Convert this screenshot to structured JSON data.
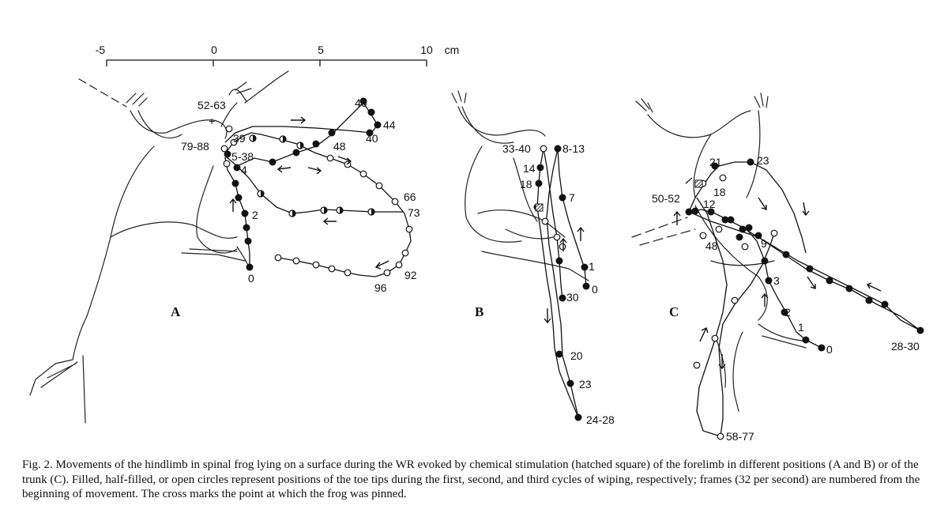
{
  "scale_bar": {
    "tick_labels": [
      "-5",
      "0",
      "5",
      "10"
    ],
    "unit": "cm"
  },
  "panels": {
    "A": {
      "letter": "A",
      "labels": [
        "52-63",
        "+",
        "39",
        "79-88",
        "5-38",
        "4",
        "2",
        "0",
        "46",
        "44",
        "40",
        "48",
        "66",
        "73",
        "92",
        "96"
      ]
    },
    "B": {
      "letter": "B",
      "labels": [
        "33-40",
        "8-13",
        "14",
        "18",
        "7",
        "1",
        "0",
        "30",
        "20",
        "23",
        "24-28"
      ]
    },
    "C": {
      "letter": "C",
      "labels": [
        "21",
        "23",
        "18",
        "50-52",
        "12",
        "48",
        "9",
        "3",
        "2",
        "1",
        "0",
        "28-30",
        "58-77"
      ]
    }
  },
  "caption": "Fig. 2. Movements of the hindlimb in spinal frog lying on a surface during the WR evoked by chemical stimulation (hatched square) of the forelimb in different positions (A and B) or of the trunk (C). Filled, half-filled, or open circles represent positions of the toe tips during the first, second, and third cycles of wiping, respectively; frames (32 per second) are numbered from the beginning of movement. The cross marks the point at which the frog was pinned."
}
